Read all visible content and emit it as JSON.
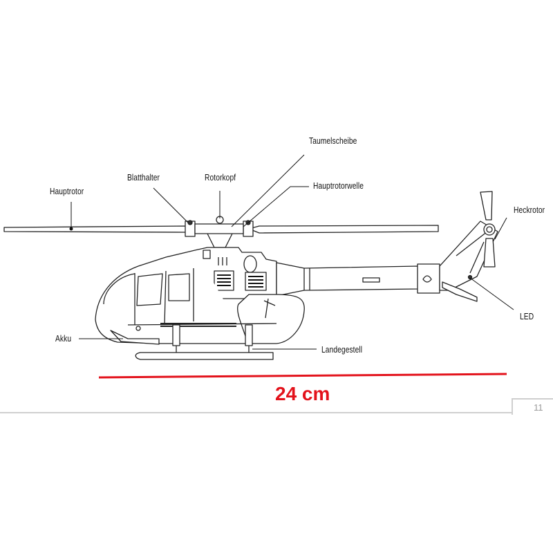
{
  "labels": {
    "hauptrotor": "Hauptrotor",
    "blatthalter": "Blatthalter",
    "rotorkopf": "Rotorkopf",
    "taumelscheibe": "Taumelscheibe",
    "hauptrotorwelle": "Hauptrotorwelle",
    "heckrotor": "Heckrotor",
    "led": "LED",
    "akku": "Akku",
    "landegestell": "Landegestell"
  },
  "scale": {
    "text": "24 cm",
    "color": "#e3121b"
  },
  "footer": {
    "page_number": "11"
  }
}
